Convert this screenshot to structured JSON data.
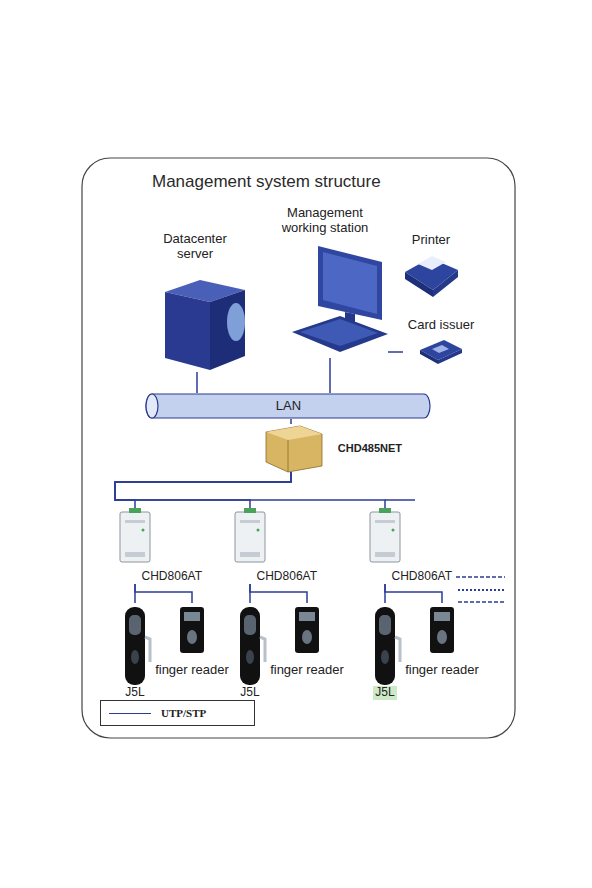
{
  "diagram": {
    "title": "Management system structure",
    "nodes": [
      {
        "text": [
          "Datacenter server"
        ]
      },
      {
        "text": [
          "Management working station"
        ]
      },
      {
        "text": [
          "Printer"
        ]
      },
      {
        "text": [
          "Card issuer"
        ]
      },
      {
        "text": [
          "LAN"
        ]
      },
      {
        "text": [
          "CHD485NET"
        ]
      },
      {
        "text": [
          "CHD806AT"
        ]
      },
      {
        "text": [
          "CHD806AT"
        ]
      },
      {
        "text": [
          "CHD806AT"
        ]
      },
      {
        "text": [
          "J5L"
        ]
      },
      {
        "text": [
          "finger reader"
        ]
      },
      {
        "text": [
          "J5L"
        ]
      },
      {
        "text": [
          "finger reader"
        ]
      },
      {
        "text": [
          "J5L"
        ]
      },
      {
        "text": [
          "finger reader"
        ]
      }
    ],
    "edges": [
      {
        "from": 0,
        "to": 4,
        "arrow": "none"
      },
      {
        "from": 1,
        "to": 4,
        "arrow": "none"
      },
      {
        "from": 1,
        "to": 3,
        "arrow": "none"
      },
      {
        "from": 4,
        "to": 5,
        "arrow": "none"
      },
      {
        "from": 5,
        "to": 6,
        "arrow": "none"
      },
      {
        "from": 5,
        "to": 7,
        "arrow": "none"
      },
      {
        "from": 5,
        "to": 8,
        "arrow": "none"
      },
      {
        "from": 6,
        "to": 9,
        "arrow": "none"
      },
      {
        "from": 6,
        "to": 10,
        "arrow": "none"
      },
      {
        "from": 7,
        "to": 11,
        "arrow": "none"
      },
      {
        "from": 7,
        "to": 12,
        "arrow": "none"
      },
      {
        "from": 8,
        "to": 13,
        "arrow": "none"
      },
      {
        "from": 8,
        "to": 14,
        "arrow": "none"
      }
    ],
    "legend": [
      {
        "text": "UTP/STP"
      }
    ]
  }
}
